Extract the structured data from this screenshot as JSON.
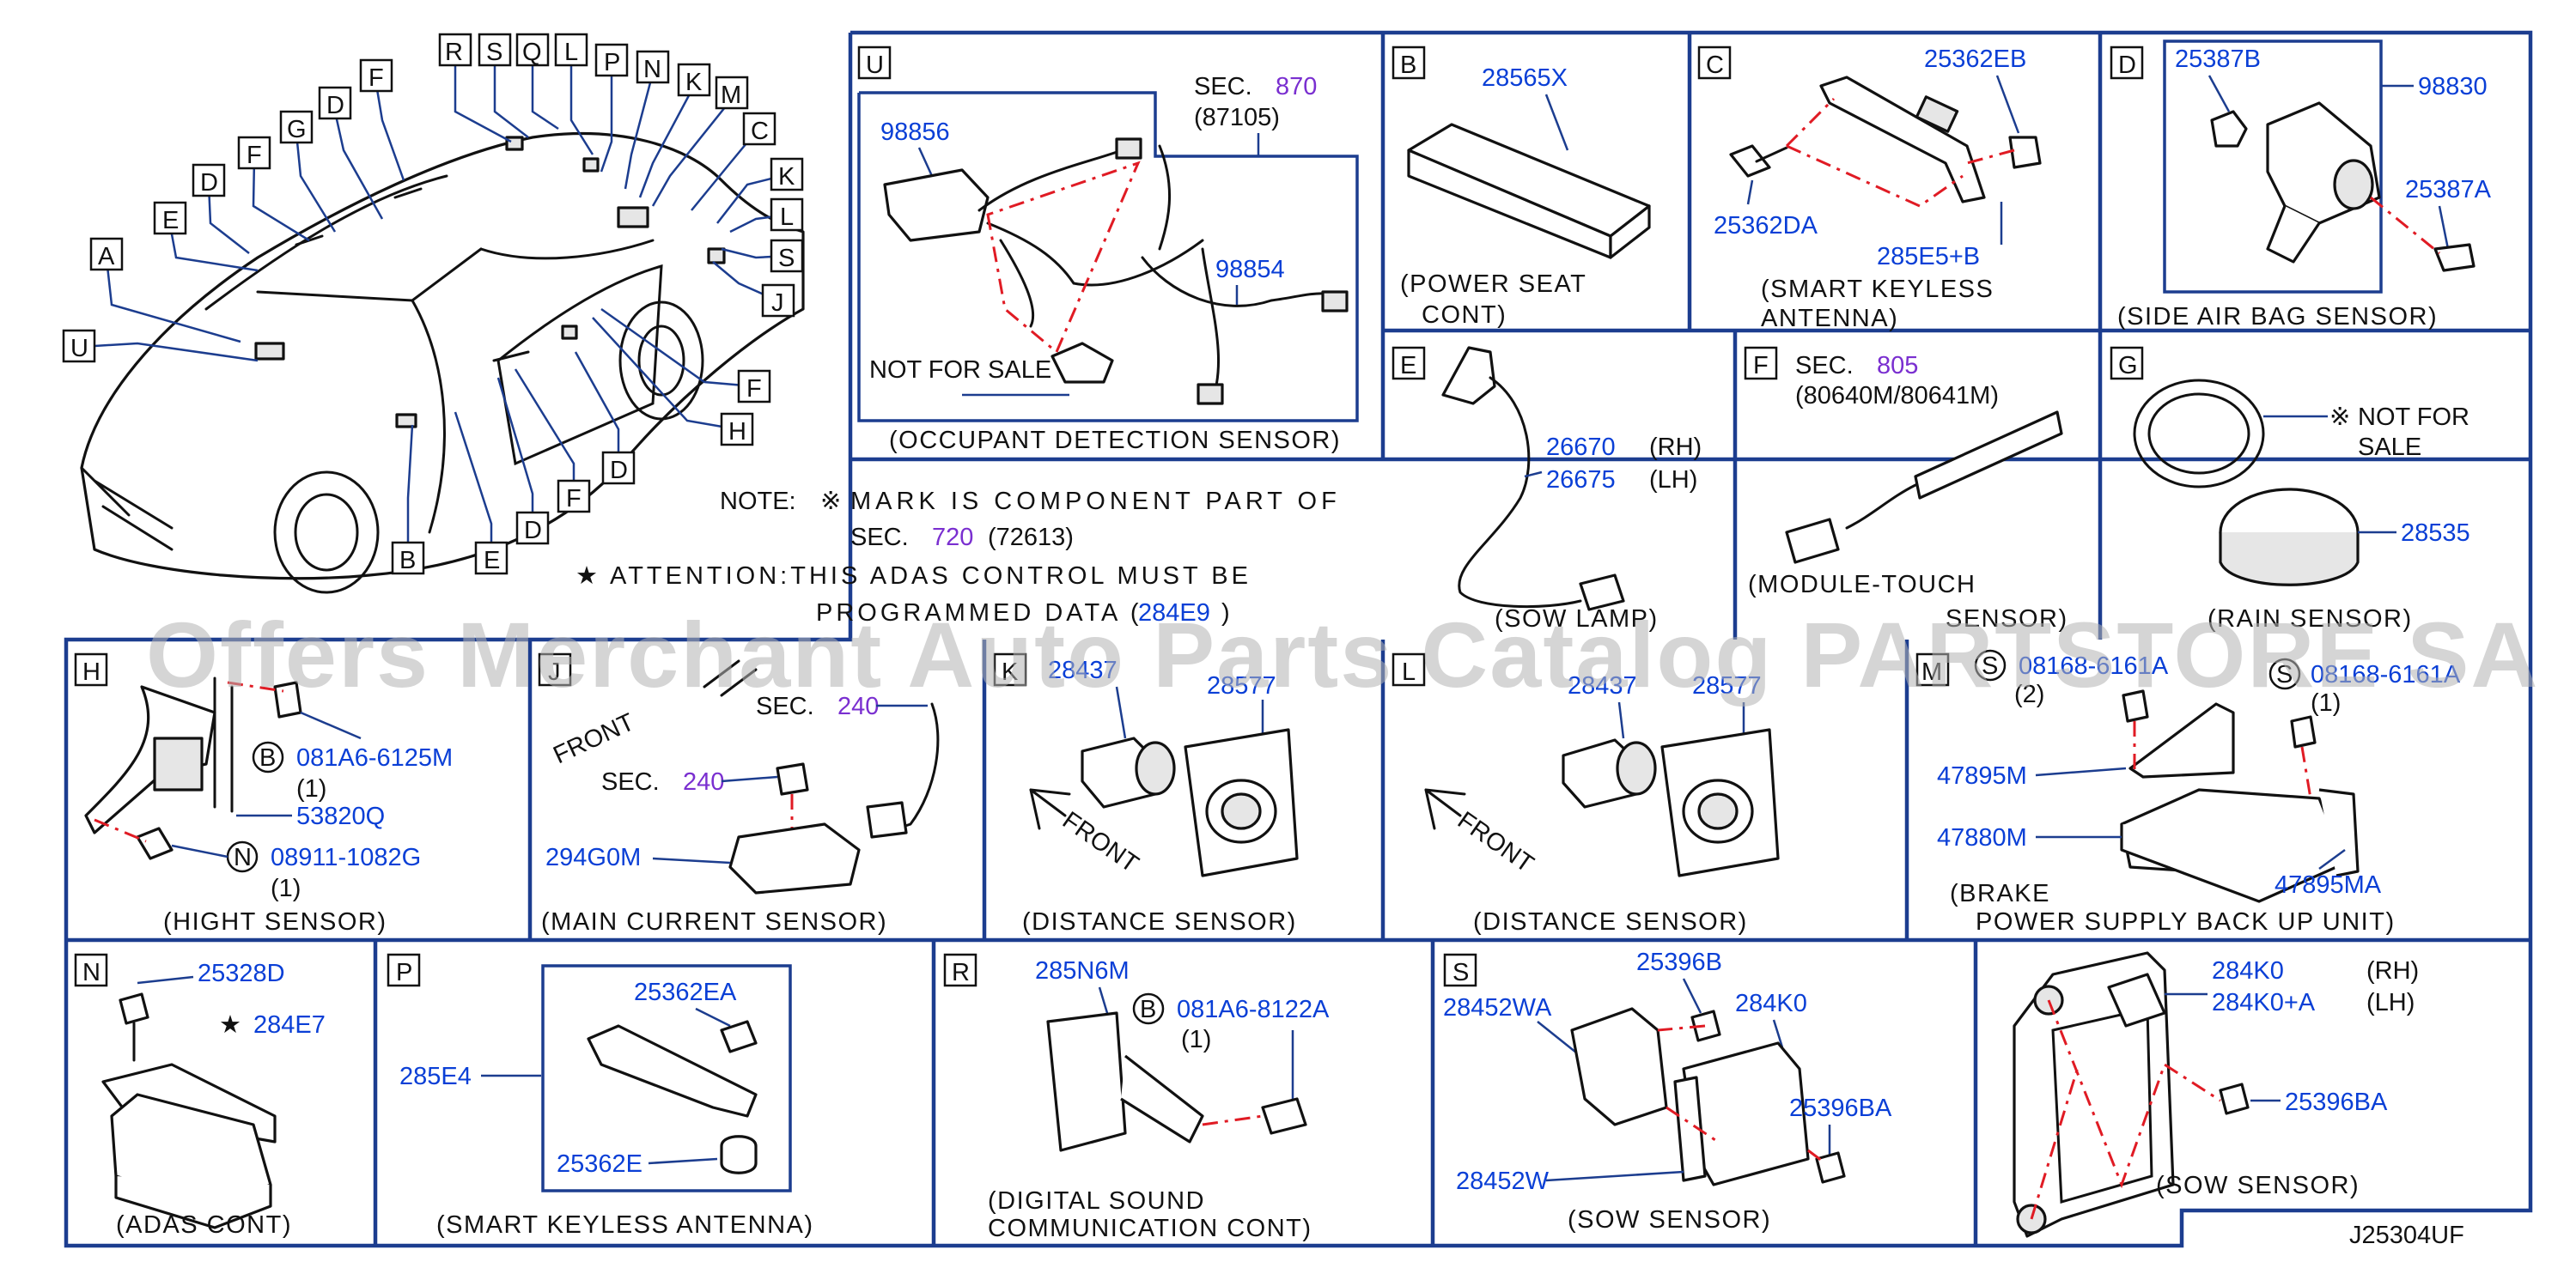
{
  "diagram_code": "J25304UF",
  "watermark": "Offers Merchant Auto Parts Catalog PARTSTORE SA",
  "note": {
    "line1_prefix": "NOTE:",
    "mark_symbol": "※",
    "line1_text": "MARK IS COMPONENT PART OF",
    "line2_prefix": "SEC.",
    "line2_sec": "720",
    "line2_ref": "(72613)",
    "star_symbol": "★",
    "line3_text": "ATTENTION:THIS ADAS CONTROL MUST BE",
    "line4_text": "PROGRAMMED DATA (",
    "line4_part": "284E9",
    "line4_close": ")"
  },
  "overview_labels": [
    "R",
    "S",
    "Q",
    "L",
    "P",
    "N",
    "K",
    "M",
    "F",
    "D",
    "G",
    "F",
    "D",
    "E",
    "A",
    "C",
    "K",
    "L",
    "S",
    "J",
    "U",
    "F",
    "H",
    "D",
    "F",
    "D",
    "E",
    "B"
  ],
  "panels": {
    "U": {
      "letter": "U",
      "sec_prefix": "SEC.",
      "sec_num": "870",
      "sec_ref": "(87105)",
      "pn1": "98856",
      "pn2": "98854",
      "not_for_sale": "NOT FOR SALE",
      "caption": "(OCCUPANT DETECTION SENSOR)"
    },
    "B": {
      "letter": "B",
      "pn": "28565X",
      "caption1": "(POWER SEAT",
      "caption2": "CONT)"
    },
    "C": {
      "letter": "C",
      "pn1": "25362EB",
      "pn2": "25362DA",
      "pn3": "285E5+B",
      "caption1": "(SMART KEYLESS",
      "caption2": "ANTENNA)"
    },
    "D": {
      "letter": "D",
      "pn1": "25387B",
      "pn2": "98830",
      "pn3": "25387A",
      "caption": "(SIDE AIR BAG SENSOR)"
    },
    "E": {
      "letter": "E",
      "pn1": "26670",
      "pn1_side": "(RH)",
      "pn2": "26675",
      "pn2_side": "(LH)",
      "caption": "(SOW LAMP)"
    },
    "F": {
      "letter": "F",
      "sec_prefix": "SEC.",
      "sec_num": "805",
      "sec_ref": "(80640M/80641M)",
      "caption1": "(MODULE-TOUCH",
      "caption2": "SENSOR)"
    },
    "G": {
      "letter": "G",
      "mark": "※",
      "not_for": "NOT FOR",
      "sale": "SALE",
      "pn": "28535",
      "caption": "(RAIN SENSOR)"
    },
    "H": {
      "letter": "H",
      "bolt_code": "B",
      "pn1": "081A6-6125M",
      "pn1_qty": "(1)",
      "pn2": "53820Q",
      "nut_code": "N",
      "pn3": "08911-1082G",
      "pn3_qty": "(1)",
      "caption": "(HIGHT SENSOR)"
    },
    "J": {
      "letter": "J",
      "front": "FRONT",
      "sec_prefix": "SEC.",
      "sec_a": "240",
      "sec_b": "240",
      "pn": "294G0M",
      "caption": "(MAIN CURRENT SENSOR)"
    },
    "K": {
      "letter": "K",
      "pn1": "28437",
      "pn2": "28577",
      "front": "FRONT",
      "caption": "(DISTANCE SENSOR)"
    },
    "L": {
      "letter": "L",
      "pn1": "28437",
      "pn2": "28577",
      "front": "FRONT",
      "caption": "(DISTANCE SENSOR)"
    },
    "M": {
      "letter": "M",
      "screw_code": "S",
      "pn1": "08168-6161A",
      "pn1_qty": "(2)",
      "pn2": "08168-6161A",
      "pn2_qty": "(1)",
      "pn3": "47895M",
      "pn4": "47880M",
      "pn5": "47895MA",
      "caption1": "(BRAKE",
      "caption2": "POWER SUPPLY BACK UP UNIT)"
    },
    "N": {
      "letter": "N",
      "pn1": "25328D",
      "star": "★",
      "pn2": "284E7",
      "caption": "(ADAS CONT)"
    },
    "P": {
      "letter": "P",
      "pn1": "285E4",
      "pn2": "25362EA",
      "pn3": "25362E",
      "caption": "(SMART KEYLESS ANTENNA)"
    },
    "R": {
      "letter": "R",
      "pn1": "285N6M",
      "bolt_code": "B",
      "pn2": "081A6-8122A",
      "pn2_qty": "(1)",
      "caption1": "(DIGITAL SOUND",
      "caption2": "COMMUNICATION CONT)"
    },
    "S1": {
      "letter": "S",
      "pn1": "25396B",
      "pn2": "28452WA",
      "pn3": "284K0",
      "pn4": "25396BA",
      "pn5": "28452W",
      "caption": "(SOW SENSOR)"
    },
    "S2": {
      "pn1": "284K0",
      "pn1_side": "(RH)",
      "pn2": "284K0+A",
      "pn2_side": "(LH)",
      "pn3": "25396BA",
      "caption": "(SOW SENSOR)"
    }
  }
}
